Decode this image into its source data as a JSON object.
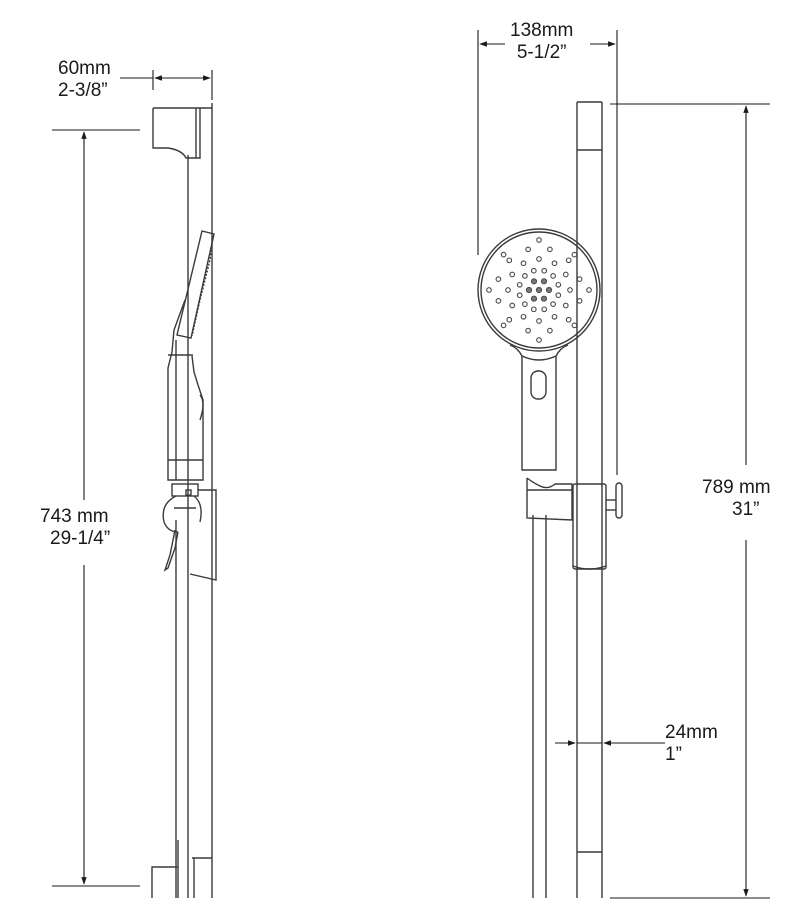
{
  "diagram": {
    "type": "technical-dimension-drawing",
    "subject": "shower slide bar with handshower",
    "views": [
      {
        "name": "side-view",
        "position": "left"
      },
      {
        "name": "front-view",
        "position": "right"
      }
    ],
    "line_color": "#3a3a3a",
    "background": "#ffffff"
  },
  "dimensions": {
    "side_depth": {
      "metric": "60mm",
      "imperial": "2-3/8”"
    },
    "side_height": {
      "metric": "743 mm",
      "imperial": "29-1/4”"
    },
    "head_width": {
      "metric": "138mm",
      "imperial": "5-1/2”"
    },
    "front_height": {
      "metric": "789 mm",
      "imperial": "31”"
    },
    "bar_width": {
      "metric": "24mm",
      "imperial": "1”"
    }
  }
}
